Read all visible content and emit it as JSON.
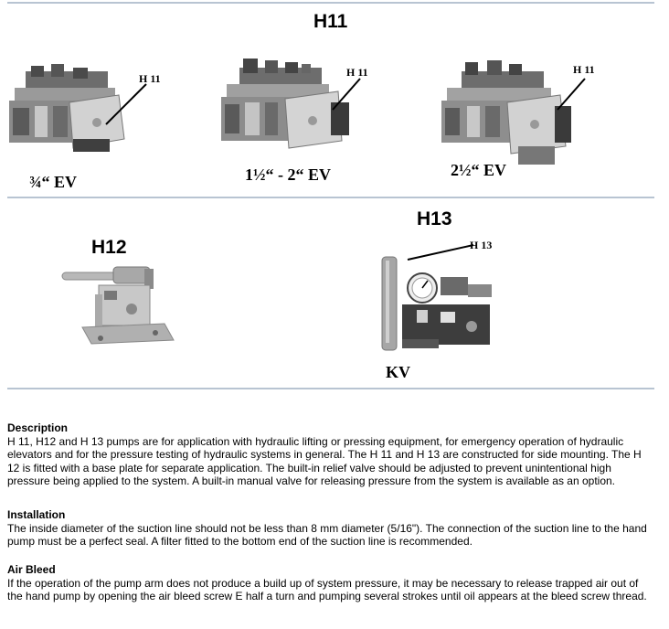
{
  "headings": {
    "h11": "H11",
    "h12": "H12",
    "h13": "H13"
  },
  "callouts": {
    "h11_a": "H 11",
    "h11_b": "H 11",
    "h11_c": "H 11",
    "h13": "H 13"
  },
  "sizes": {
    "s1": "¾“  EV",
    "s2": "1½“ - 2“  EV",
    "s3": "2½“  EV",
    "kv": "KV"
  },
  "sections": {
    "description": {
      "title": "Description",
      "body": "H 11, H12 and H 13 pumps are for application with hydraulic lifting or pressing equipment, for emergency operation of hydraulic elevators and for the pressure testing of hydraulic systems in general. The H 11 and H 13 are constructed for side mounting. The H 12 is fitted with a base plate for separate application. The built-in relief valve should be adjusted to prevent unintentional high pressure being applied to the system. A built-in manual valve for releasing pressure from the system is available as an option."
    },
    "installation": {
      "title": "Installation",
      "body": "The inside diameter of the suction line should not be less than 8 mm diameter (5/16\"). The connection of the suction line to the hand pump must be a perfect seal. A filter fitted to the bottom end of the suction line is recommended."
    },
    "air_bleed": {
      "title": "Air Bleed",
      "body": "If the operation of the pump arm does not produce a build up of system pressure, it may be necessary to release trapped air out of the hand pump by opening the air bleed screw E half a turn and pumping several strokes until oil appears at the bleed screw thread."
    }
  }
}
